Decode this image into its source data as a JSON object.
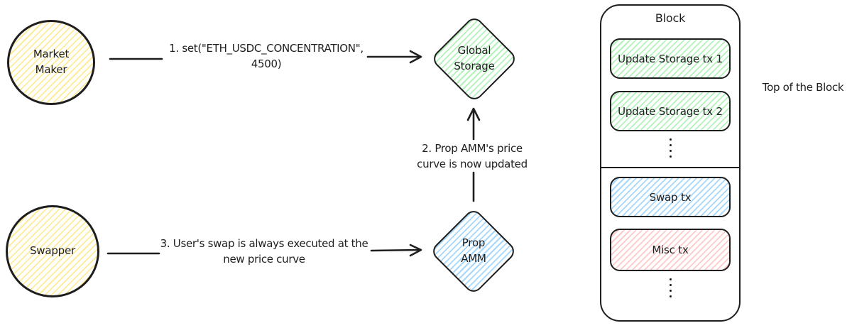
{
  "colors": {
    "ink": "#1e1e1e",
    "yellow_fill": "#ffec99",
    "green_fill": "#b2f2bb",
    "blue_fill": "#a5d8ff",
    "red_fill": "#ffc9c9",
    "background": "#ffffff"
  },
  "nodes": {
    "market_maker": {
      "shape": "circle",
      "fill": "yellow",
      "label": "Market\nMaker"
    },
    "swapper": {
      "shape": "circle",
      "fill": "yellow",
      "label": "Swapper"
    },
    "global_storage": {
      "shape": "diamond",
      "fill": "green",
      "label": "Global\nStorage"
    },
    "prop_amm": {
      "shape": "diamond",
      "fill": "blue",
      "label": "Prop\nAMM"
    }
  },
  "arrows": [
    {
      "from": "market_maker",
      "to": "global_storage",
      "label": "1. set(\"ETH_USDC_CONCENTRATION\",\n4500)"
    },
    {
      "from": "prop_amm",
      "to": "global_storage",
      "label": "2. Prop AMM's price\ncurve is now updated"
    },
    {
      "from": "swapper",
      "to": "prop_amm",
      "label": "3. User's swap is always executed at the\nnew price curve"
    }
  ],
  "block": {
    "title": "Block",
    "transactions": [
      {
        "label": "Update Storage tx 1",
        "color": "green"
      },
      {
        "label": "Update Storage tx 2",
        "color": "green"
      },
      {
        "label": "Swap tx",
        "color": "blue"
      },
      {
        "label": "Misc tx",
        "color": "red"
      }
    ],
    "annotation": "Top of the Block"
  }
}
